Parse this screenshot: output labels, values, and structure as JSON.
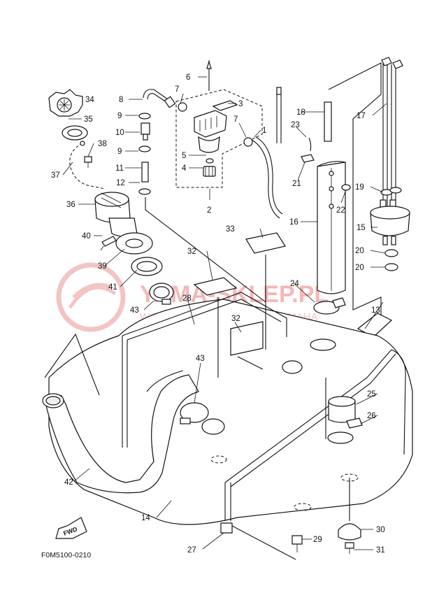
{
  "diagram": {
    "code": "F0M5100-0210",
    "fwd_label": "FWD",
    "watermark": {
      "main": "YAMA-SKLEP.PL",
      "sub": "WOJCIECH RESZ  DEALER YAMAHA"
    },
    "callouts": [
      "1",
      "2",
      "3",
      "4",
      "5",
      "6",
      "7",
      "7",
      "8",
      "9",
      "9",
      "10",
      "11",
      "12",
      "13",
      "14",
      "15",
      "16",
      "17",
      "18",
      "19",
      "20",
      "20",
      "21",
      "22",
      "23",
      "24",
      "25",
      "26",
      "27",
      "28",
      "29",
      "30",
      "31",
      "32",
      "32",
      "33",
      "34",
      "35",
      "36",
      "37",
      "38",
      "39",
      "40",
      "41",
      "42",
      "43",
      "43"
    ]
  }
}
